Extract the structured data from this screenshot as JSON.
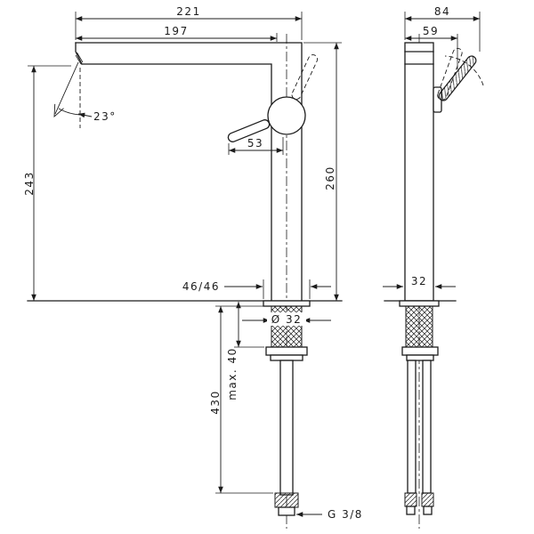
{
  "colors": {
    "line": "#1c1c1c",
    "background": "#ffffff"
  },
  "front_view": {
    "dims": {
      "total_projection": "221",
      "spout_projection": "197",
      "spout_angle": "23°",
      "height_underside": "243",
      "handle_offset": "53",
      "spout_height": "260",
      "base_plate": "46/46",
      "shank_diameter": "Ø 32",
      "hose_length": "430",
      "max_mounting": "max. 40",
      "connection_thread": "G 3/8"
    }
  },
  "side_view": {
    "dims": {
      "total_depth": "84",
      "front_depth": "59",
      "body_width": "32"
    }
  }
}
